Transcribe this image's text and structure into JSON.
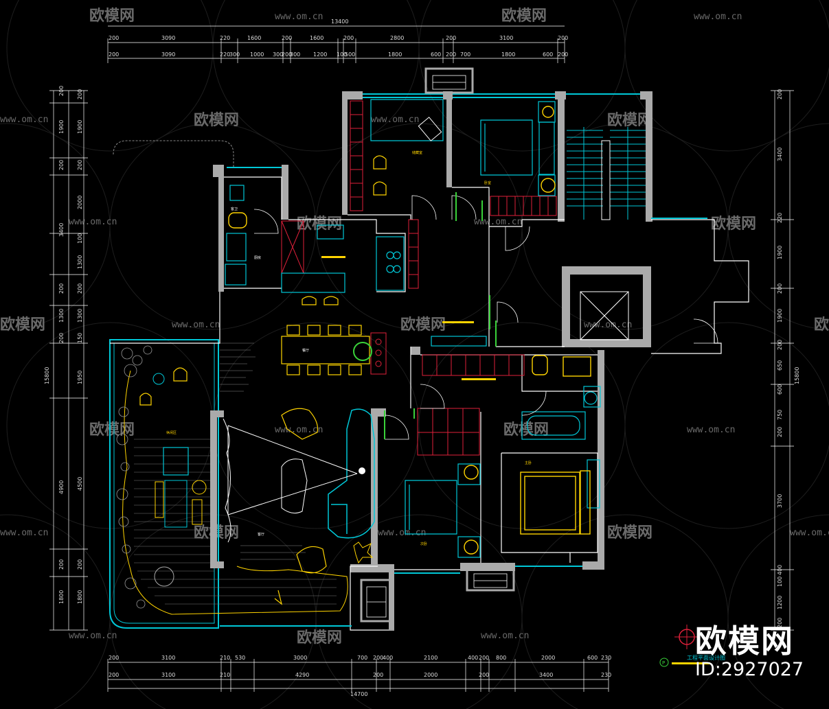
{
  "drawing": {
    "dims_top_row1": [
      "200",
      "3090",
      "220",
      "1600",
      "200",
      "1600",
      "200",
      "2800",
      "200",
      "3100",
      "200"
    ],
    "dims_top_row2": [
      "200",
      "3090",
      "220",
      "300",
      "1000",
      "300",
      "200",
      "300",
      "1200",
      "100",
      "500",
      "1800",
      "600",
      "200",
      "700",
      "1800",
      "600",
      "200"
    ],
    "dims_top_total": "13400",
    "dims_bottom_row1": [
      "200",
      "3100",
      "210",
      "530",
      "3000",
      "700",
      "200",
      "400",
      "2100",
      "400",
      "200",
      "800",
      "2000",
      "600",
      "230"
    ],
    "dims_bottom_row2": [
      "200",
      "3100",
      "210",
      "4290",
      "200",
      "2000",
      "200",
      "3400",
      "230"
    ],
    "dims_bottom_total": "14700",
    "dims_left_outer": [
      "200",
      "1900",
      "200",
      "3400",
      "200",
      "1300",
      "200",
      "4900",
      "200",
      "1800"
    ],
    "dims_left_inner": [
      "200",
      "1900",
      "200",
      "2000",
      "100",
      "1300",
      "200",
      "1300",
      "150",
      "1950",
      "4500",
      "200",
      "1800"
    ],
    "dims_left_total": "15800",
    "dims_right": [
      "200",
      "3400",
      "220",
      "1900",
      "200",
      "1900",
      "200",
      "650",
      "600",
      "750",
      "200",
      "3700",
      "400",
      "100",
      "1200",
      "200"
    ],
    "dims_right_total": "15800",
    "watermark_url": "www.om.cn",
    "watermark_text": "欧模网",
    "title_badge": "P",
    "title_text": "工程平面设计图",
    "room_labels": [
      "储藏室",
      "卧室",
      "客卫",
      "厨房",
      "餐厅",
      "客厅",
      "主卧",
      "次卧",
      "休闲区"
    ],
    "brand_logo": "欧模网",
    "brand_id": "ID:2927027"
  },
  "colors": {
    "wall": "#aaaaaa",
    "cyan": "#00c8d8",
    "yellow": "#ffd400",
    "red": "#e0203a",
    "green": "#3ad23a",
    "white": "#ffffff"
  }
}
